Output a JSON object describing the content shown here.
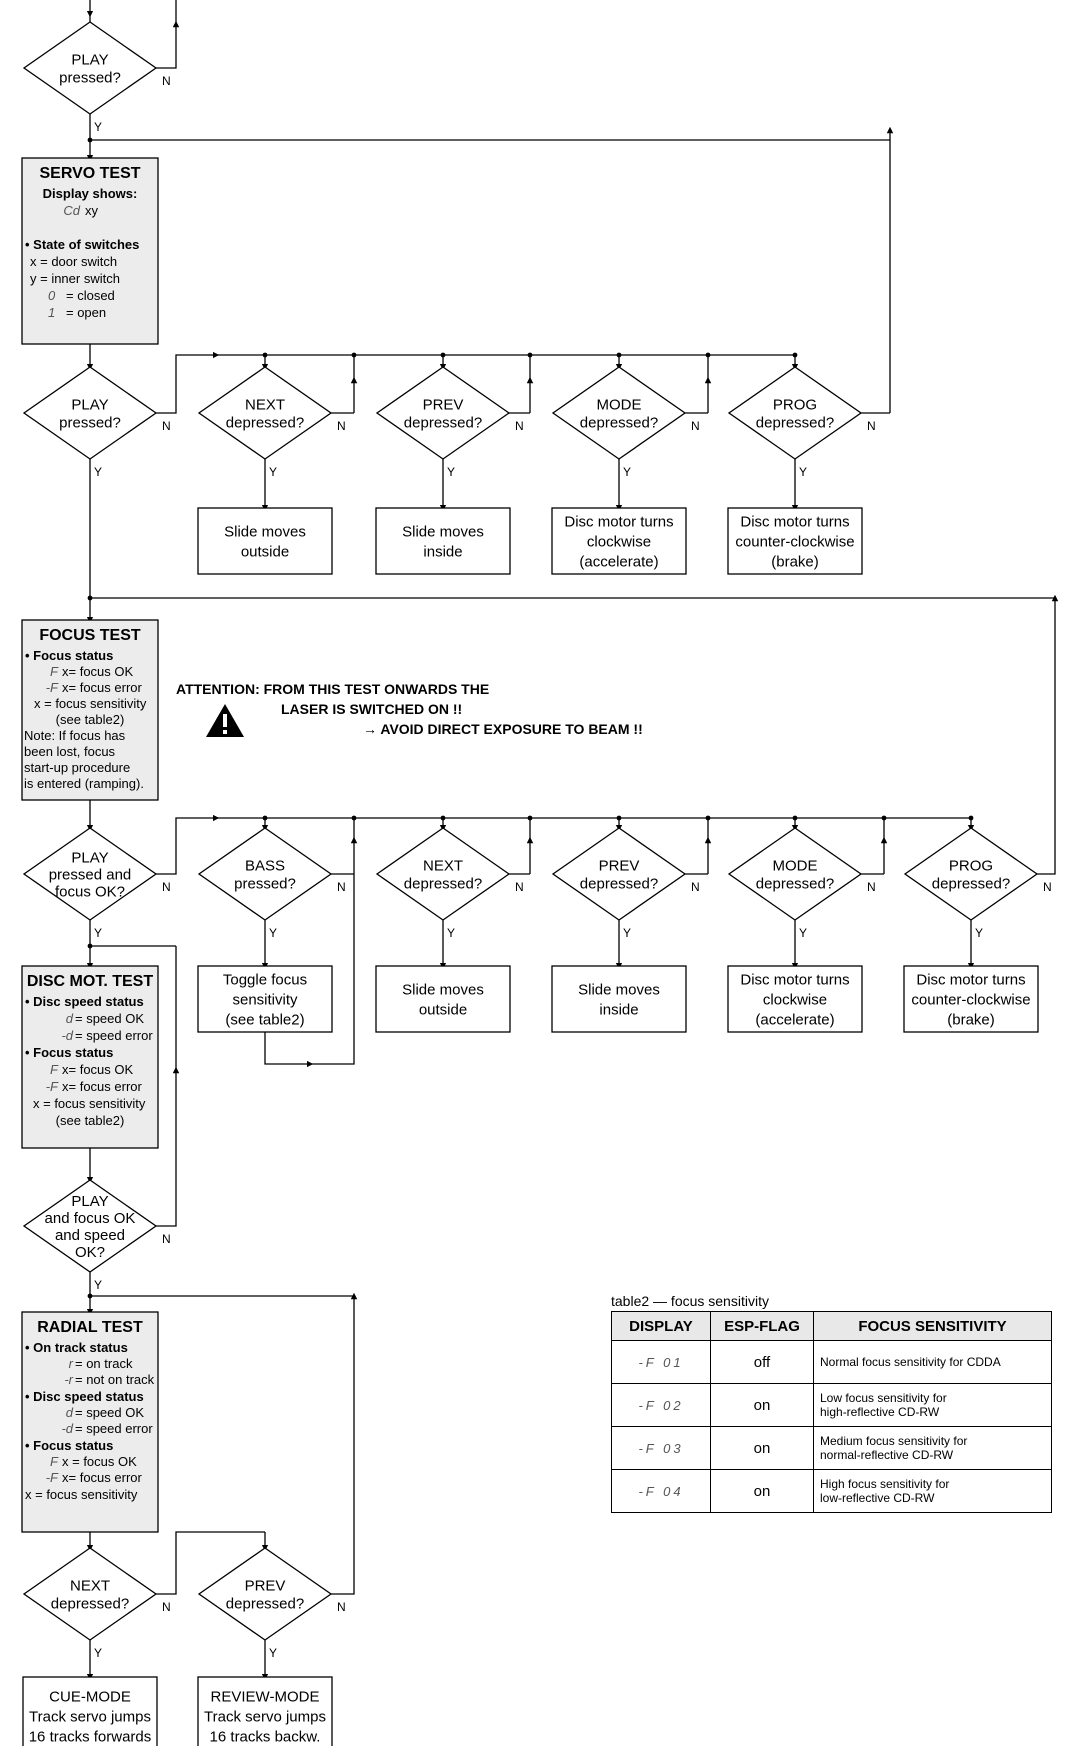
{
  "decisions": {
    "play_pressed": "PLAY\npressed?",
    "next_depressed": "NEXT\ndepressed?",
    "prev_depressed": "PREV\ndepressed?",
    "mode_depressed": "MODE\ndepressed?",
    "prog_depressed": "PROG\ndepressed?",
    "bass_pressed": "BASS\npressed?",
    "play_focus_ok": "PLAY\npressed and\nfocus OK?",
    "play_focus_speed_ok": "PLAY\nand focus OK\nand speed\nOK?"
  },
  "yes_label": "Y",
  "no_label": "N",
  "servo_test": {
    "title": "SERVO TEST",
    "display_shows": "Display shows:",
    "display_code": "Cd",
    "display_xy": "xy",
    "switches_heading": "• State of switches",
    "x_line": "x = door switch",
    "y_line": "y = inner switch",
    "closed_code": "0",
    "closed_text": "= closed",
    "open_code": "1",
    "open_text": "= open"
  },
  "actions": {
    "slide_outside": "Slide moves\noutside",
    "slide_inside": "Slide moves\ninside",
    "disc_cw": "Disc motor turns\nclockwise\n(accelerate)",
    "disc_ccw": "Disc motor turns\ncounter-clockwise\n(brake)",
    "toggle_focus": "Toggle focus\nsensitivity\n(see table2)",
    "cue_mode": "CUE-MODE\nTrack servo jumps\n16 tracks forwards",
    "review_mode": "REVIEW-MODE\nTrack servo jumps\n16 tracks backw."
  },
  "focus_test": {
    "title": "FOCUS TEST",
    "focus_status": "• Focus status",
    "ok_code": "F",
    "ok_text": "x= focus OK",
    "err_code": "-F",
    "err_text": "x= focus error",
    "sens_line": "x = focus sensitivity",
    "see_table": "(see table2)",
    "note_1": "Note: If focus has",
    "note_2": "been lost, focus",
    "note_3": "start-up procedure",
    "note_4": "is entered (ramping)."
  },
  "attention": {
    "line1": "ATTENTION: FROM THIS TEST ONWARDS THE",
    "line2": "LASER IS SWITCHED ON !!",
    "line3": "→ AVOID DIRECT EXPOSURE TO BEAM !!"
  },
  "disc_mot_test": {
    "title": "DISC MOT. TEST",
    "speed_status": "• Disc speed status",
    "speed_ok_code": "d",
    "speed_ok_text": "= speed OK",
    "speed_err_code": "-d",
    "speed_err_text": "= speed error",
    "focus_status": "• Focus status",
    "focus_ok_code": "F",
    "focus_ok_text": "x= focus OK",
    "focus_err_code": "-F",
    "focus_err_text": "x= focus error",
    "sens_line": "x = focus sensitivity",
    "see_table": "(see table2)"
  },
  "radial_test": {
    "title": "RADIAL TEST",
    "track_status": "• On track status",
    "on_code": "r",
    "on_text": "= on track",
    "off_code": "-r",
    "off_text": "= not on track",
    "speed_status": "• Disc speed status",
    "speed_ok_code": "d",
    "speed_ok_text": "= speed OK",
    "speed_err_code": "-d",
    "speed_err_text": "= speed error",
    "focus_status": "• Focus status",
    "focus_ok_code": "F",
    "focus_ok_text": "x = focus OK",
    "focus_err_code": "-F",
    "focus_err_text": "x= focus error",
    "sens_line": "x = focus sensitivity"
  },
  "table2": {
    "caption": "table2 — focus sensitivity",
    "headers": [
      "DISPLAY",
      "ESP-FLAG",
      "FOCUS SENSITIVITY"
    ],
    "rows": [
      {
        "display": "-F 01",
        "flag": "off",
        "sensitivity": "Normal focus sensitivity for CDDA"
      },
      {
        "display": "-F 02",
        "flag": "on",
        "sensitivity": "Low focus sensitivity for\nhigh-reflective CD-RW"
      },
      {
        "display": "-F 03",
        "flag": "on",
        "sensitivity": "Medium focus sensitivity for\nnormal-reflective CD-RW"
      },
      {
        "display": "-F 04",
        "flag": "on",
        "sensitivity": "High focus sensitivity for\nlow-reflective CD-RW"
      }
    ]
  }
}
